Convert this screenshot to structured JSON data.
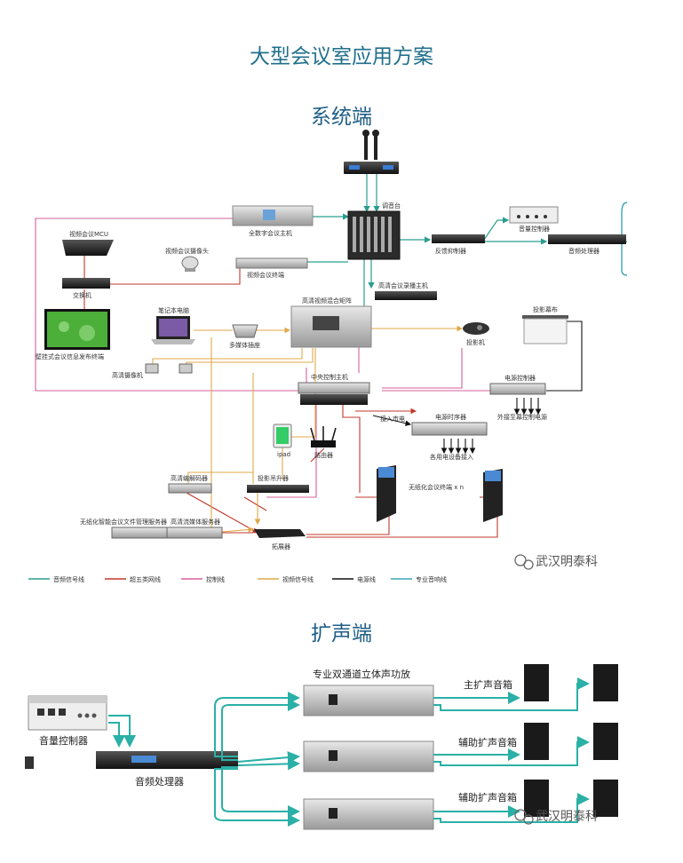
{
  "titles": {
    "main": "大型会议室应用方案",
    "system": "系统端",
    "pa": "扩声端"
  },
  "system_labels": {
    "mic": "调音台",
    "digital_host": "全数字会议主机",
    "mcu": "视频会议MCU",
    "switch": "交换机",
    "camera_conf": "视频会议摄像头",
    "video_terminal": "视频会议终端",
    "wall_display": "壁挂式会议信息发布终端",
    "laptop": "笔记本电脑",
    "multimedia": "多媒体插座",
    "matrix": "高清视频混合矩阵",
    "recorder": "高清会议录播主机",
    "feedback": "反馈抑制器",
    "volume_ctrl": "音量控制器",
    "audio_proc": "音频处理器",
    "screen": "投影幕布",
    "projector": "投影机",
    "hd_camera": "高清摄像机",
    "central_ctrl": "中央控制主机",
    "power_ctrl": "电源控制器",
    "ext_power": "外接至幕控制电源",
    "mains": "接入市电",
    "sequencer": "电源时序器",
    "devices": "各用电设备接入",
    "ipad": "ipad",
    "router": "路由器",
    "decoder": "高清编解码器",
    "lifter": "投影吊升器",
    "paperless": "无纸化会议终端 x n",
    "file_server": "无纸化智能会议文件管理服务器",
    "stream_server": "高清流媒体服务器",
    "splitter": "拓展器"
  },
  "watermark": "武汉明泰科",
  "legend": [
    {
      "label": "音频信号线",
      "color": "#2a9d8f"
    },
    {
      "label": "超五类网线",
      "color": "#c0392b"
    },
    {
      "label": "控制线",
      "color": "#d6609a"
    },
    {
      "label": "视频信号线",
      "color": "#e0a84a"
    },
    {
      "label": "电源线",
      "color": "#111111"
    },
    {
      "label": "专业音响线",
      "color": "#3aa6b9"
    }
  ],
  "pa_labels": {
    "volume_ctrl": "音量控制器",
    "audio_proc": "音频处理器",
    "amp": "专业双通道立体声功放",
    "main_spk": "主扩声音箱",
    "aux_spk1": "辅助扩声音箱",
    "aux_spk2": "辅助扩声音箱"
  }
}
